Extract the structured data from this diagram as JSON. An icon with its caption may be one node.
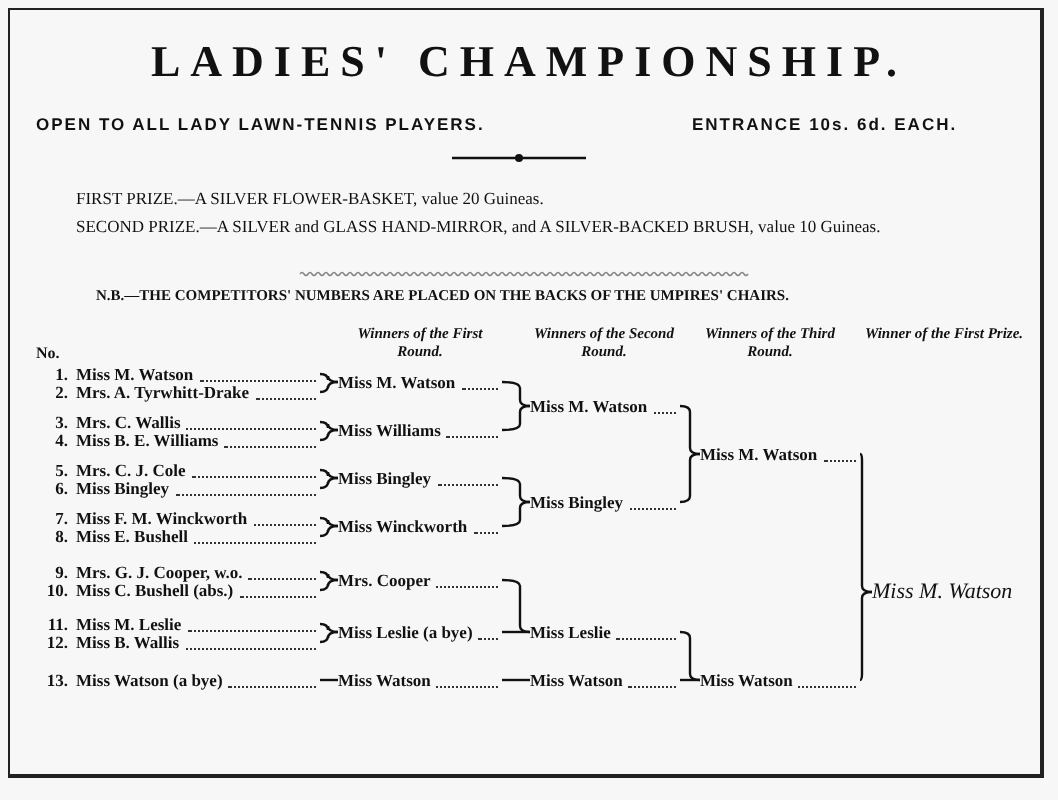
{
  "diagram": {
    "title": "LADIES' CHAMPIONSHIP.",
    "nodes": [
      {
        "text": [
          "1.",
          "Miss M. Watson"
        ]
      },
      {
        "text": [
          "2.",
          "Mrs. A. Tyrwhitt-Drake"
        ]
      },
      {
        "text": [
          "3.",
          "Mrs. C. Wallis"
        ]
      },
      {
        "text": [
          "4.",
          "Miss B. E. Williams"
        ]
      },
      {
        "text": [
          "5.",
          "Mrs. C. J. Cole"
        ]
      },
      {
        "text": [
          "6.",
          "Miss Bingley"
        ]
      },
      {
        "text": [
          "7.",
          "Miss F. M. Winckworth"
        ]
      },
      {
        "text": [
          "8.",
          "Miss E. Bushell"
        ]
      },
      {
        "text": [
          "9.",
          "Mrs. G. J. Cooper, w.o."
        ]
      },
      {
        "text": [
          "10.",
          "Miss C. Bushell (abs.)"
        ]
      },
      {
        "text": [
          "11.",
          "Miss M. Leslie"
        ]
      },
      {
        "text": [
          "12.",
          "Miss B. Wallis"
        ]
      },
      {
        "text": [
          "13.",
          "Miss Watson (a bye)"
        ]
      },
      {
        "text": [
          "Miss M. Watson"
        ]
      },
      {
        "text": [
          "Miss Williams"
        ]
      },
      {
        "text": [
          "Miss Bingley"
        ]
      },
      {
        "text": [
          "Miss Winckworth"
        ]
      },
      {
        "text": [
          "Mrs. Cooper"
        ]
      },
      {
        "text": [
          "Miss Leslie (a bye)"
        ]
      },
      {
        "text": [
          "Miss Watson"
        ]
      },
      {
        "text": [
          "Miss M. Watson"
        ]
      },
      {
        "text": [
          "Miss Bingley"
        ]
      },
      {
        "text": [
          "Miss Leslie"
        ]
      },
      {
        "text": [
          "Miss Watson"
        ]
      },
      {
        "text": [
          "Miss M. Watson"
        ]
      },
      {
        "text": [
          "Miss Watson"
        ]
      },
      {
        "text": [
          "Miss M. Watson"
        ]
      }
    ],
    "edges": [
      {
        "from": 0,
        "to": 13,
        "arrow": "none"
      },
      {
        "from": 1,
        "to": 13,
        "arrow": "none"
      },
      {
        "from": 2,
        "to": 14,
        "arrow": "none"
      },
      {
        "from": 3,
        "to": 14,
        "arrow": "none"
      },
      {
        "from": 4,
        "to": 15,
        "arrow": "none"
      },
      {
        "from": 5,
        "to": 15,
        "arrow": "none"
      },
      {
        "from": 6,
        "to": 16,
        "arrow": "none"
      },
      {
        "from": 7,
        "to": 16,
        "arrow": "none"
      },
      {
        "from": 8,
        "to": 17,
        "arrow": "none"
      },
      {
        "from": 9,
        "to": 17,
        "arrow": "none"
      },
      {
        "from": 10,
        "to": 18,
        "arrow": "none"
      },
      {
        "from": 11,
        "to": 18,
        "arrow": "none"
      },
      {
        "from": 12,
        "to": 19,
        "arrow": "none"
      },
      {
        "from": 13,
        "to": 20,
        "arrow": "none"
      },
      {
        "from": 14,
        "to": 20,
        "arrow": "none"
      },
      {
        "from": 15,
        "to": 21,
        "arrow": "none"
      },
      {
        "from": 16,
        "to": 21,
        "arrow": "none"
      },
      {
        "from": 17,
        "to": 22,
        "arrow": "none"
      },
      {
        "from": 18,
        "to": 22,
        "arrow": "none"
      },
      {
        "from": 19,
        "to": 23,
        "arrow": "none"
      },
      {
        "from": 20,
        "to": 24,
        "arrow": "none"
      },
      {
        "from": 21,
        "to": 24,
        "arrow": "none"
      },
      {
        "from": 22,
        "to": 25,
        "arrow": "none"
      },
      {
        "from": 23,
        "to": 25,
        "arrow": "none"
      },
      {
        "from": 24,
        "to": 26,
        "arrow": "none"
      },
      {
        "from": 25,
        "to": 26,
        "arrow": "none"
      }
    ],
    "labels": [
      "OPEN TO ALL LADY LAWN-TENNIS PLAYERS.",
      "ENTRANCE 10s. 6d. EACH.",
      "FIRST PRIZE.—A SILVER FLOWER-BASKET, value 20 Guineas.",
      "SECOND PRIZE.—A SILVER and GLASS HAND-MIRROR, and A SILVER-BACKED BRUSH, value 10 Guineas.",
      "N.B.—THE COMPETITORS' NUMBERS ARE PLACED ON THE BACKS OF THE UMPIRES' CHAIRS.",
      "Winners of the First Round.",
      "Winners of the Second Round.",
      "Winners of the Third Round.",
      "Winner of the First Prize.",
      "No."
    ]
  }
}
